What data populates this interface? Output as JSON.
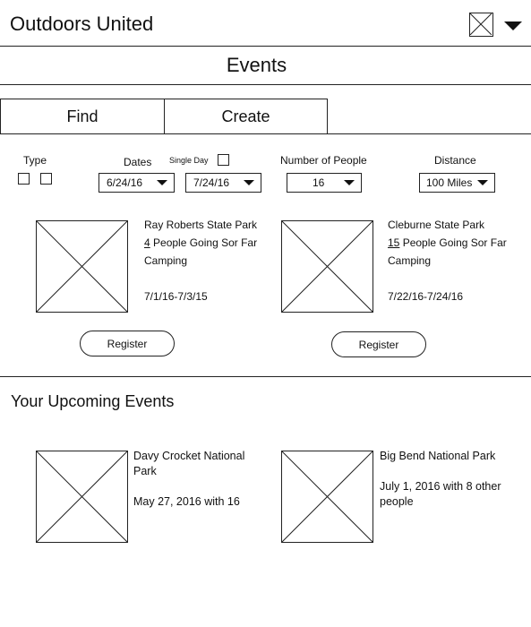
{
  "header": {
    "app_title": "Outdoors United"
  },
  "page": {
    "title": "Events"
  },
  "tabs": [
    {
      "label": "Find",
      "active": true
    },
    {
      "label": "Create",
      "active": false
    }
  ],
  "filters": {
    "type_label": "Type",
    "dates_label": "Dates",
    "single_day_label": "Single Day",
    "start_date": "6/24/16",
    "end_date": "7/24/16",
    "people_label": "Number of People",
    "people_value": "16",
    "distance_label": "Distance",
    "distance_value": "100 Miles"
  },
  "results": [
    {
      "name": "Ray Roberts State Park",
      "going_count": "4",
      "going_text": " People Going Sor Far",
      "activity": "Camping",
      "dates": "7/1/16-7/3/15",
      "register_label": "Register"
    },
    {
      "name": "Cleburne State Park",
      "going_count": "15",
      "going_text": " People Going Sor Far",
      "activity": "Camping",
      "dates": "7/22/16-7/24/16",
      "register_label": "Register"
    }
  ],
  "upcoming": {
    "title": "Your Upcoming Events",
    "events": [
      {
        "name_line1": "Davy Crocket National",
        "name_line2": "Park",
        "detail_line1": "May 27, 2016 with 16",
        "detail_line2": ""
      },
      {
        "name_line1": "Big Bend National Park",
        "name_line2": "",
        "detail_line1": "July 1, 2016 with 8 other",
        "detail_line2": "people"
      }
    ]
  },
  "icons": {
    "avatar": "image-placeholder-icon",
    "menu": "chevron-down-icon",
    "dropdown": "caret-down-icon"
  }
}
